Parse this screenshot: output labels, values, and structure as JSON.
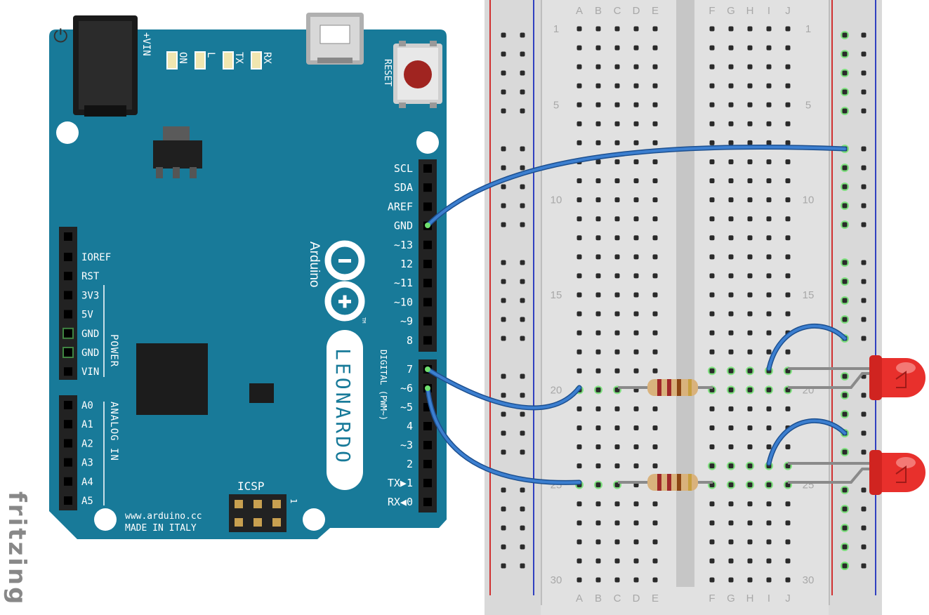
{
  "brand": {
    "text": "fritzing"
  },
  "board": {
    "vin_label": "+VIN",
    "reset_label": "RESET",
    "leds": [
      "ON",
      "L",
      "TX",
      "RX"
    ],
    "brand_text": "Arduino",
    "model_text": "LEONARDO",
    "tm": "TM",
    "digital_label": "DIGITAL (PWM~)",
    "power_label": "POWER",
    "analog_label": "ANALOG IN",
    "icsp_label": "ICSP",
    "icsp_pin1": "1",
    "url_line1": "www.arduino.cc",
    "url_line2": "MADE IN ITALY",
    "right_pins": [
      "SCL",
      "SDA",
      "AREF",
      "GND",
      "~13",
      "12",
      "~11",
      "~10",
      "~9",
      "8",
      "7",
      "~6",
      "~5",
      "4",
      "~3",
      "2",
      "TX▶1",
      "RX◀0"
    ],
    "power_pins": [
      "IOREF",
      "RST",
      "3V3",
      "5V",
      "GND",
      "GND",
      "VIN"
    ],
    "analog_pins": [
      "A0",
      "A1",
      "A2",
      "A3",
      "A4",
      "A5"
    ]
  },
  "breadboard": {
    "cols_left": [
      "A",
      "B",
      "C",
      "D",
      "E"
    ],
    "cols_right": [
      "F",
      "G",
      "H",
      "I",
      "J"
    ],
    "row_numbers": [
      "1",
      "5",
      "10",
      "15",
      "20",
      "25",
      "30"
    ]
  },
  "colors": {
    "board": "#187a99",
    "board_dark": "#0f5f78",
    "wire": "#2a6fbf",
    "led": "#e8302c",
    "breadboard": "#d9d9d9",
    "highlight": "#6fe06f"
  }
}
